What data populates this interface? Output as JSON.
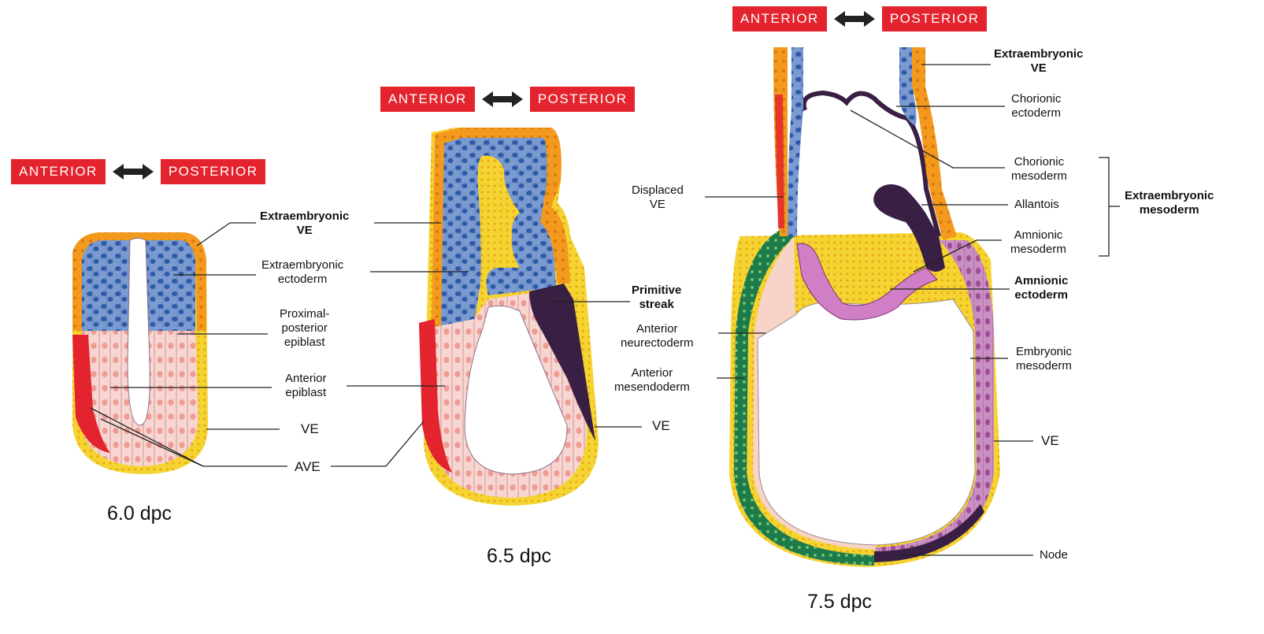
{
  "axis": {
    "anterior": "ANTERIOR",
    "posterior": "POSTERIOR"
  },
  "stages": {
    "s1": "6.0 dpc",
    "s2": "6.5 dpc",
    "s3": "7.5 dpc"
  },
  "labels_60": {
    "exve": "Extraembryonic\nVE",
    "exect": "Extraembryonic\nectoderm",
    "ppepi": "Proximal-\nposterior\nepiblast",
    "antepi": "Anterior\nepiblast",
    "ve": "VE",
    "ave": "AVE"
  },
  "labels_65": {
    "ps": "Primitive\nstreak",
    "ve": "VE"
  },
  "labels_75": {
    "exve": "Extraembryonic\nVE",
    "chorect": "Chorionic\nectoderm",
    "chormes": "Chorionic\nmesoderm",
    "allantois": "Allantois",
    "amnmes": "Amnionic\nmesoderm",
    "exmes": "Extraembryonic\nmesoderm",
    "amnect": "Amnionic\nectoderm",
    "dispve": "Displaced\nVE",
    "antneur": "Anterior\nneurectoderm",
    "antmes": "Anterior\nmesendoderm",
    "embmes": "Embryonic\nmesoderm",
    "ve": "VE",
    "node": "Node"
  },
  "colors": {
    "anterior_red": "#e3232d",
    "ectoderm_blue": "#6f93cb",
    "ve_orange": "#f39a1e",
    "epiblast_pink": "#f6d3cf",
    "streak_purple": "#3a1f45",
    "mesoderm_magenta": "#c370b8",
    "anterior_green": "#1d7a4a"
  }
}
